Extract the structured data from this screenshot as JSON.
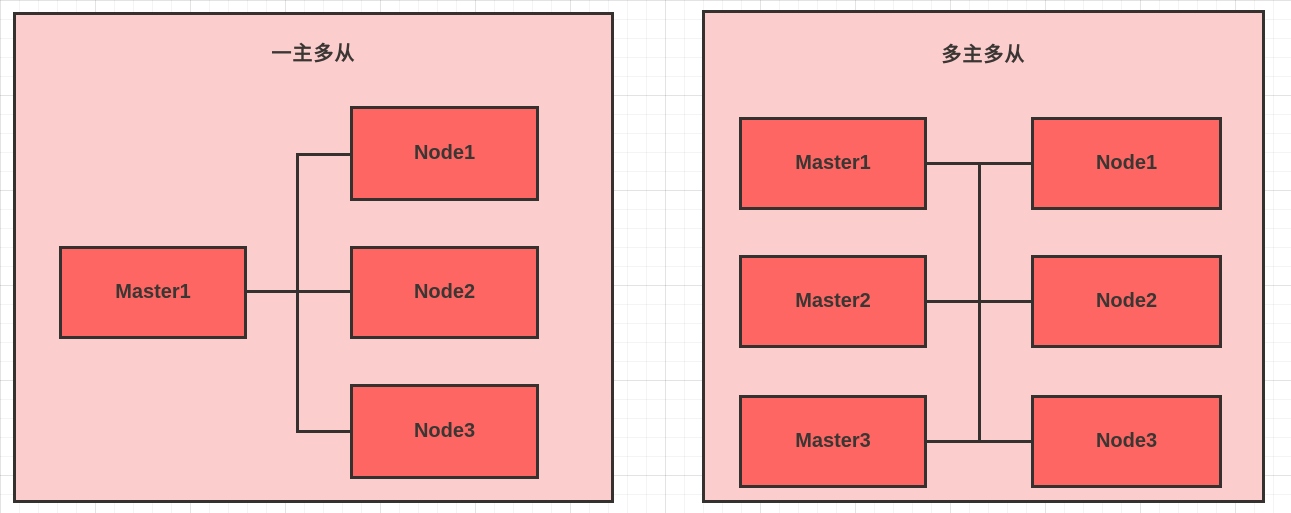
{
  "colors": {
    "canvas_background": "#ffffff",
    "grid_line": "#ededed",
    "panel_fill": "#fbcdcd",
    "shape_fill": "#fd6662",
    "stroke": "#34312e",
    "text": "#3a3633"
  },
  "panels": [
    {
      "title": "一主多从",
      "master_labels": [
        "Master1"
      ],
      "node_labels": [
        "Node1",
        "Node2",
        "Node3"
      ]
    },
    {
      "title": "多主多从",
      "master_labels": [
        "Master1",
        "Master2",
        "Master3"
      ],
      "node_labels": [
        "Node1",
        "Node2",
        "Node3"
      ]
    }
  ]
}
